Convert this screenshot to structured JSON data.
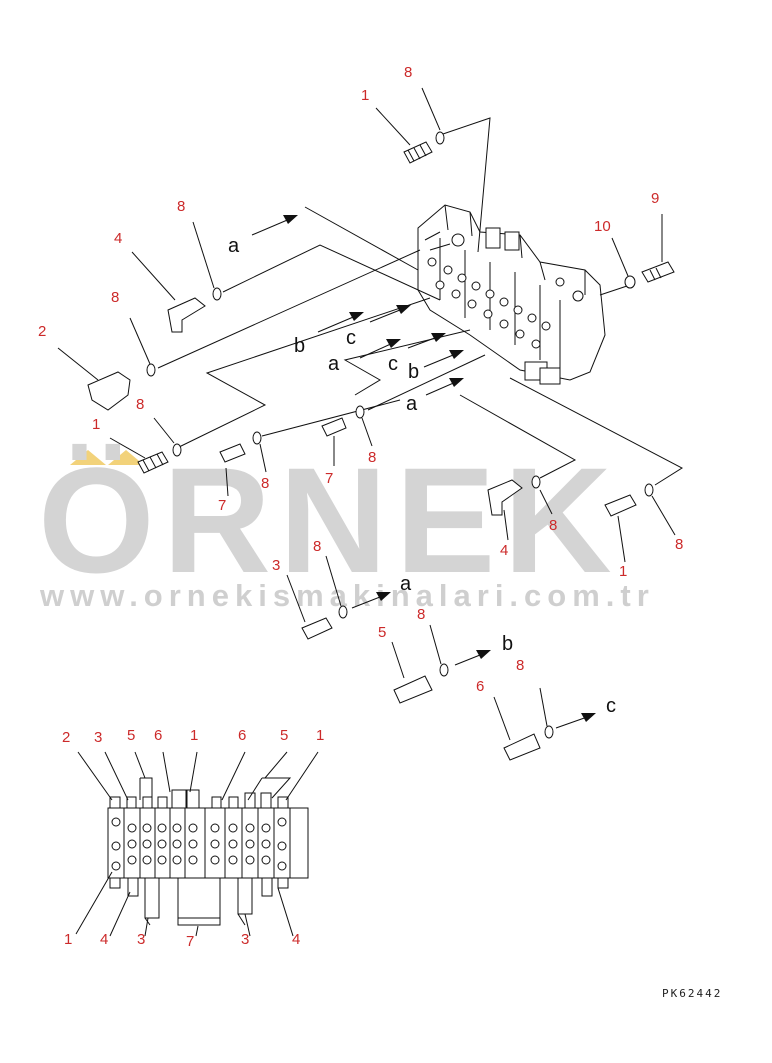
{
  "watermark": {
    "brand": "ÖRNEK",
    "url": "www.ornekismakinalari.com.tr",
    "accent_color": "#f2d27a",
    "text_color": "#d4d4d4"
  },
  "drawing_code": "PK62442",
  "connection_letters": {
    "a": "a",
    "b": "b",
    "c": "c"
  },
  "callouts_upper": [
    "8",
    "1",
    "8",
    "4",
    "8",
    "2",
    "8",
    "1",
    "7",
    "8",
    "7",
    "8",
    "10",
    "9",
    "8",
    "4",
    "8",
    "1",
    "8",
    "3",
    "8",
    "5",
    "8",
    "6"
  ],
  "callouts_lower_top": [
    "2",
    "3",
    "5",
    "6",
    "1",
    "6",
    "5",
    "1"
  ],
  "callouts_lower_bottom": [
    "1",
    "4",
    "3",
    "7",
    "3",
    "4"
  ],
  "colors": {
    "callout": "#cc2a2a",
    "line": "#111111"
  }
}
